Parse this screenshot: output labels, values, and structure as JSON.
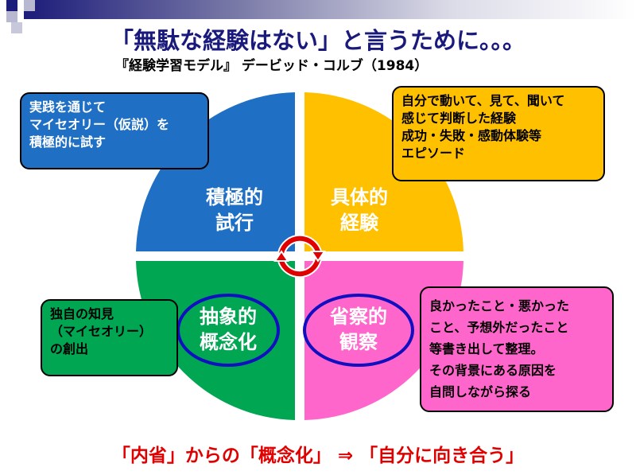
{
  "title": "「無駄な経験はない」と言うために。。。",
  "subtitle": "『経験学習モデル』 デービッド・コルブ（1984）",
  "quadrants": {
    "top_left": {
      "label1": "積極的",
      "label2": "試行",
      "color": "#1f6fc4"
    },
    "top_right": {
      "label1": "具体的",
      "label2": "経験",
      "color": "#ffc000"
    },
    "bottom_left": {
      "label1": "抽象的",
      "label2": "概念化",
      "color": "#00a651"
    },
    "bottom_right": {
      "label1": "省察的",
      "label2": "観察",
      "color": "#ff66cc"
    }
  },
  "boxes": {
    "top_left": [
      "実践を通じて",
      "マイセオリー（仮説）を",
      "積極的に試す"
    ],
    "top_right": [
      "自分で動いて、見て、聞いて",
      "感じて判断した経験",
      "成功・失敗・感動体験等",
      "エピソード"
    ],
    "bottom_left": [
      "独自の知見",
      "（マイセオリー）",
      "の創出"
    ],
    "bottom_right": [
      "良かったこと・悪かった",
      "こと、予想外だったこと",
      "等書き出して整理。",
      "その背景にある原因を",
      "自問しながら探る"
    ]
  },
  "conclusion": "「内省」からの「概念化」 ⇒ 「自分に向き合う」",
  "colors": {
    "title": "#1a1a7c",
    "accent_red": "#e00000",
    "ellipse": "#1010c0"
  }
}
